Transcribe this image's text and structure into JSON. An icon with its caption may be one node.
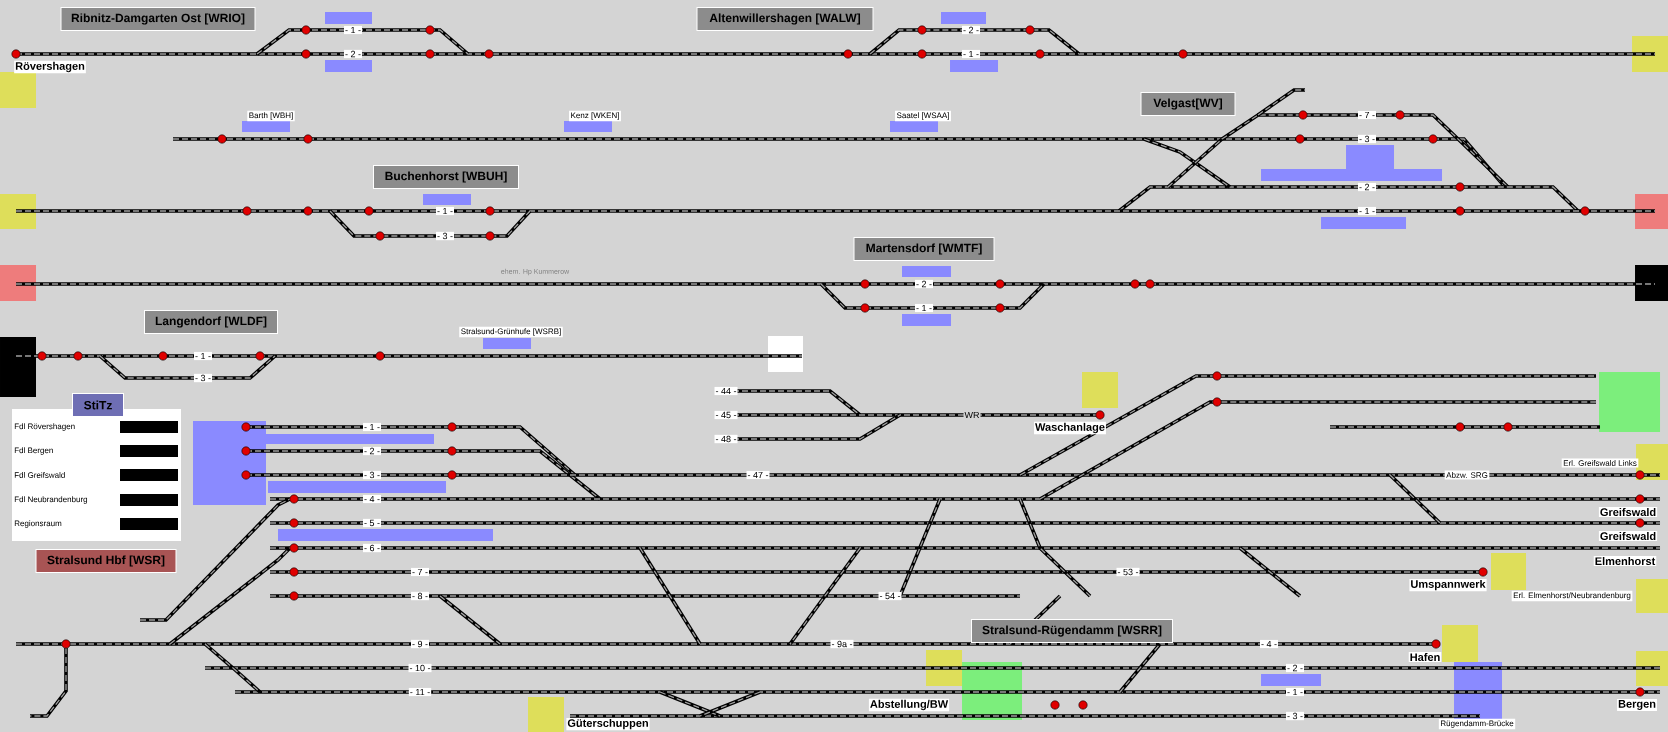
{
  "diagram": {
    "nodes": [
      {
        "text": [
          "Ribnitz-Damgarten Ost [WRIO]"
        ]
      },
      {
        "text": [
          "Altenwillershagen [WALW]"
        ]
      },
      {
        "text": [
          "Velgast[WV]"
        ]
      },
      {
        "text": [
          "Buchenhorst [WBUH]"
        ]
      },
      {
        "text": [
          "Martensdorf [WMTF]"
        ]
      },
      {
        "text": [
          "Langendorf [WLDF]"
        ]
      },
      {
        "text": [
          "StiTz"
        ]
      },
      {
        "text": [
          "Stralsund Hbf [WSR]"
        ]
      },
      {
        "text": [
          "Stralsund-Rügendamm [WSRR]"
        ]
      }
    ],
    "labels": [
      "Rövershagen",
      "- 1 -",
      "- 2 -",
      "- 2 -",
      "- 1 -",
      "Barth [WBH]",
      "Kenz [WKEN]",
      "Saatel [WSAA]",
      "- 7 -",
      "- 3 -",
      "- 1 -",
      "- 2 -",
      "- 1 -",
      "- 3 -",
      "ehem. Hp Kummerow",
      "- 2 -",
      "- 1 -",
      "Stralsund-Grünhufe [WSRB]",
      "- 1 -",
      "- 3 -",
      "- 44 -",
      "- 45 -",
      "WR",
      "Waschanlage",
      "Fdl Rövershagen",
      "- 1 -",
      "- 48 -",
      "Fdl Bergen",
      "- 2 -",
      "Erl. Greifswald Links",
      "Fdl Greifswald",
      "- 3 -",
      "- 47 -",
      "Abzw. SRG",
      "Fdl Neubrandenburg",
      "- 4 -",
      "Greifswald",
      "Regionsraum",
      "- 5 -",
      "Greifswald",
      "- 6 -",
      "Elmenhorst",
      "- 7 -",
      "- 53 -",
      "Umspannwerk",
      "- 8 -",
      "- 54 -",
      "Erl. Elmenhorst/Neubrandenburg",
      "- 9 -",
      "- 9a -",
      "- 4 -",
      "Hafen",
      "- 10 -",
      "- 2 -",
      "- 11 -",
      "- 1 -",
      "Abstellung/BW",
      "Bergen",
      "- 3 -",
      "Güterschuppen",
      "Rügendamm-Brücke"
    ]
  }
}
